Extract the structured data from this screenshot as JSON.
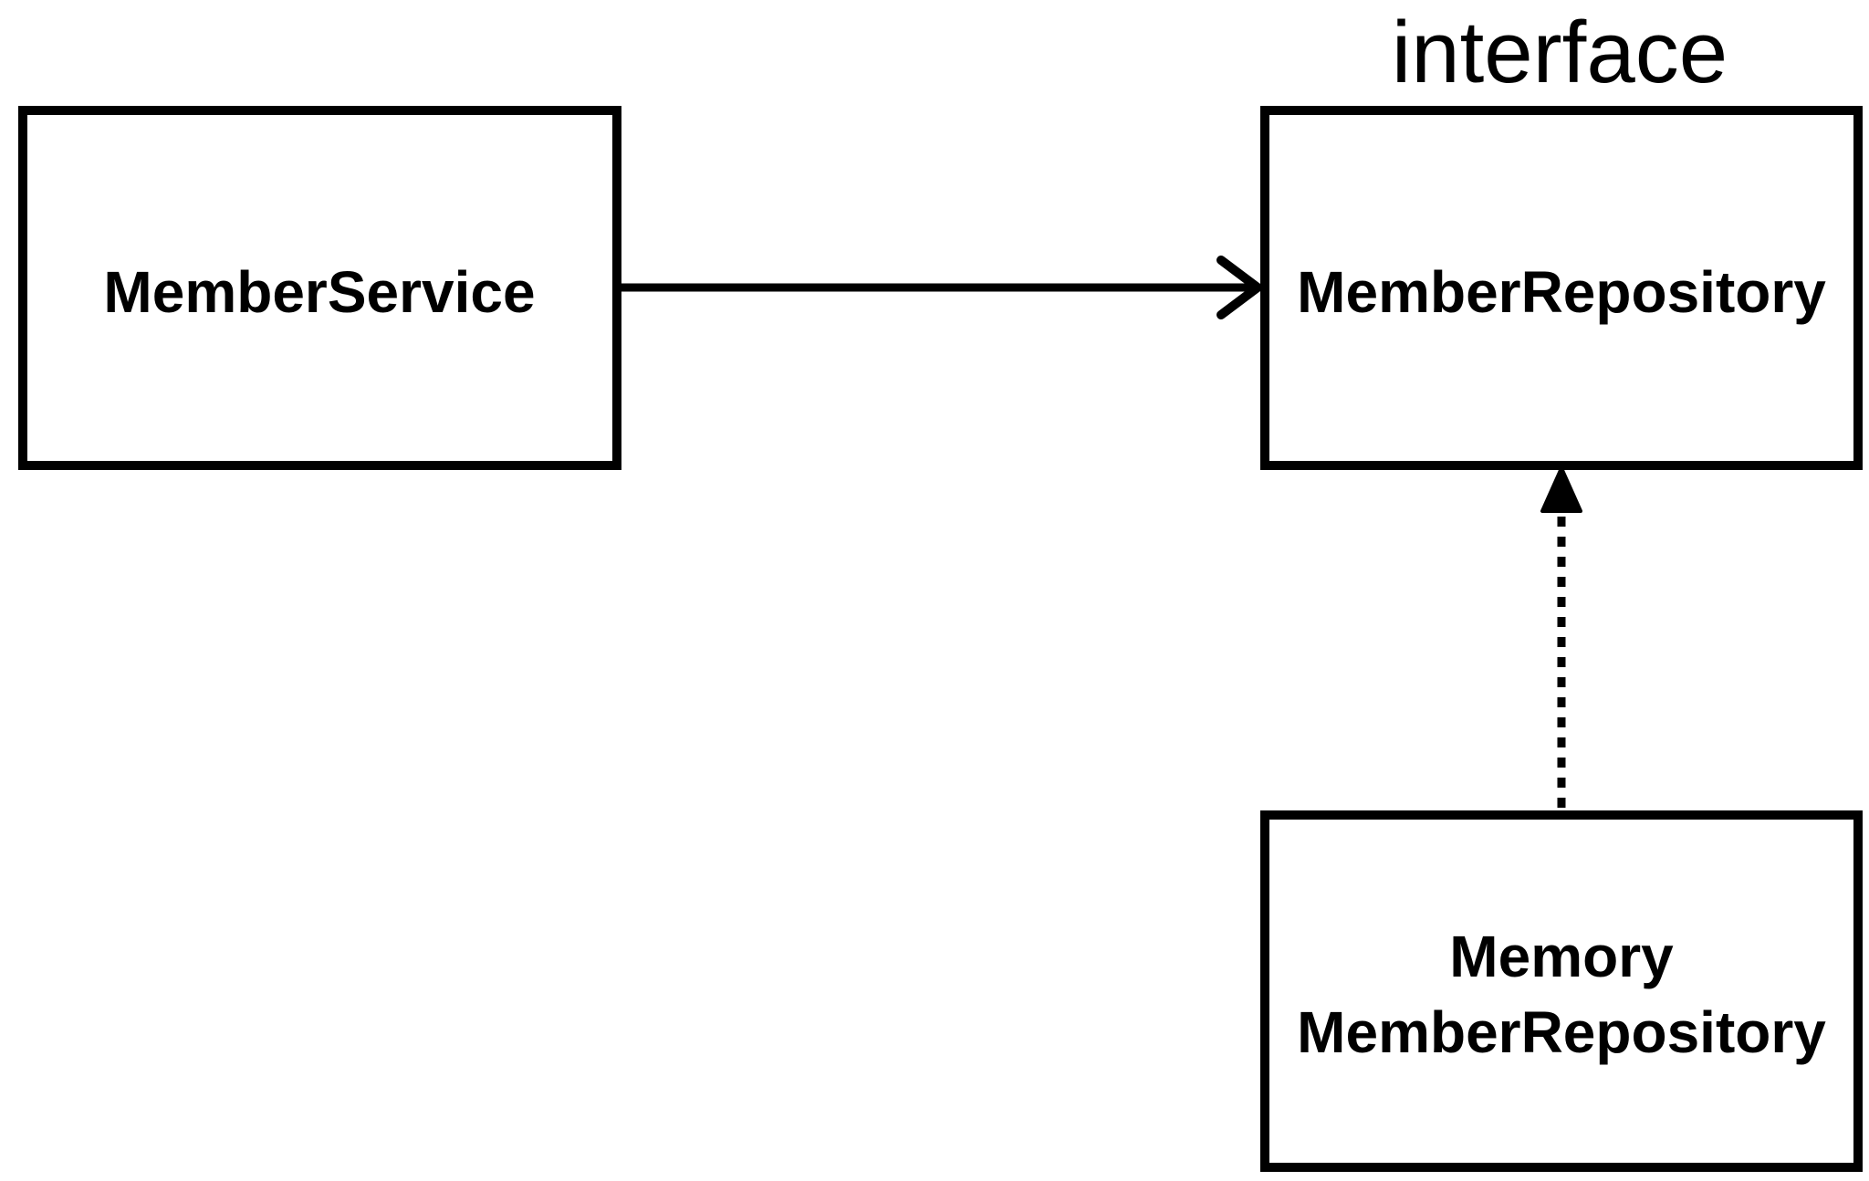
{
  "diagram": {
    "nodes": [
      {
        "id": "member-service",
        "lines": [
          "MemberService"
        ]
      },
      {
        "id": "member-repository",
        "stereotype": "interface",
        "lines": [
          "MemberRepository"
        ]
      },
      {
        "id": "memory-member-repository",
        "lines": [
          "Memory",
          "MemberRepository"
        ]
      }
    ],
    "edges": [
      {
        "from": "member-service",
        "to": "member-repository",
        "style": "solid",
        "arrowhead": "open"
      },
      {
        "from": "memory-member-repository",
        "to": "member-repository",
        "style": "dotted",
        "arrowhead": "filled"
      }
    ],
    "colors": {
      "stroke": "#000000",
      "background": "#ffffff",
      "text": "#000000"
    }
  }
}
